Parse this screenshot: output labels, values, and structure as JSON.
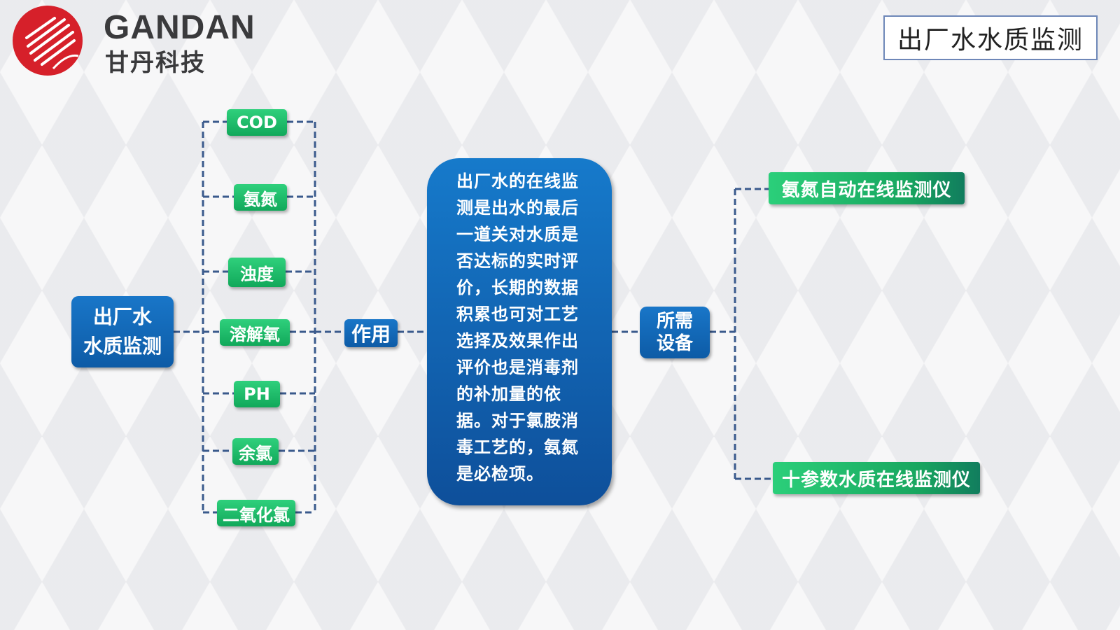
{
  "header": {
    "brand_en": "GANDAN",
    "brand_cn": "甘丹科技",
    "slide_title": "出厂水水质监测",
    "logo_icon": "gandan-logo-icon",
    "logo_color": "#d6202a"
  },
  "diagram": {
    "root": {
      "line1": "出厂水",
      "line2": "水质监测"
    },
    "parameters": [
      "COD",
      "氨氮",
      "浊度",
      "溶解氧",
      "PH",
      "余氯",
      "二氧化氯"
    ],
    "role_label": "作用",
    "description": "出厂水的在线监测是出水的最后一道关对水质是否达标的实时评价，长期的数据积累也可对工艺选择及效果作出评价也是消毒剂的补加量的依据。对于氯胺消毒工艺的，氨氮是必检项。",
    "equipment_label": {
      "line1": "所需",
      "line2": "设备"
    },
    "equipment": [
      "氨氮自动在线监测仪",
      "十参数水质在线监测仪"
    ],
    "colors": {
      "blue_box": "#1570c0",
      "green_box": "#1fbf6e",
      "connector": "#3a5a8c"
    }
  }
}
